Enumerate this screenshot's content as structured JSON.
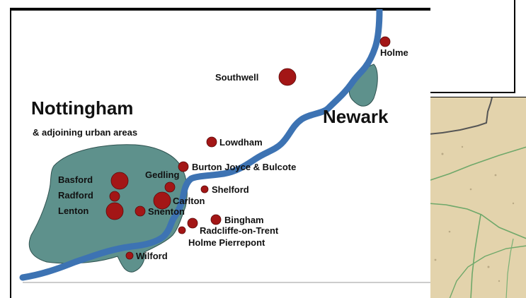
{
  "map": {
    "title": "Nottingham",
    "subtitle": "& adjoining urban areas",
    "secondary_title": "Newark",
    "colors": {
      "river": "#3d73b3",
      "urban_area": "#5e918c",
      "marker": "#a31616",
      "marker_outline": "#5b0a0a"
    },
    "places": [
      {
        "id": "holme",
        "label": "Holme"
      },
      {
        "id": "southwell",
        "label": "Southwell"
      },
      {
        "id": "lowdham",
        "label": "Lowdham"
      },
      {
        "id": "burton-joyce",
        "label": "Burton Joyce & Bulcote"
      },
      {
        "id": "gedling",
        "label": "Gedling"
      },
      {
        "id": "basford",
        "label": "Basford"
      },
      {
        "id": "shelford",
        "label": "Shelford"
      },
      {
        "id": "radford",
        "label": "Radford"
      },
      {
        "id": "carlton",
        "label": "Carlton"
      },
      {
        "id": "lenton",
        "label": "Lenton"
      },
      {
        "id": "snenton",
        "label": "Snenton"
      },
      {
        "id": "bingham",
        "label": "Bingham"
      },
      {
        "id": "radcliffe",
        "label": "Radcliffe-on-Trent"
      },
      {
        "id": "holme-pierrepont",
        "label": "Holme Pierrepont"
      },
      {
        "id": "wilford",
        "label": "Wilford"
      }
    ]
  }
}
